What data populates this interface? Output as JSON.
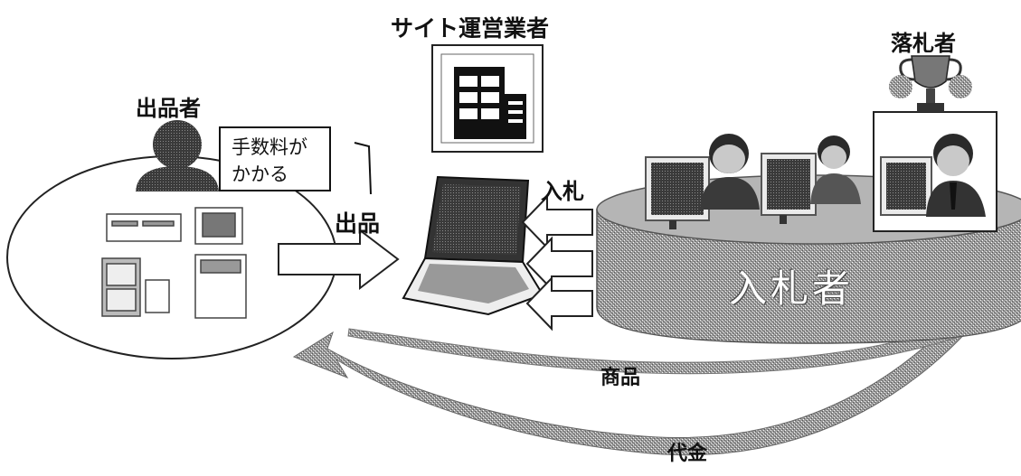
{
  "labels": {
    "operator": "サイト運営業者",
    "winner": "落札者",
    "seller": "出品者",
    "fee_line1": "手数料が",
    "fee_line2": "かかる",
    "bid": "入札",
    "listing": "出品",
    "bidders": "入札者",
    "goods": "商品",
    "payment": "代金"
  }
}
